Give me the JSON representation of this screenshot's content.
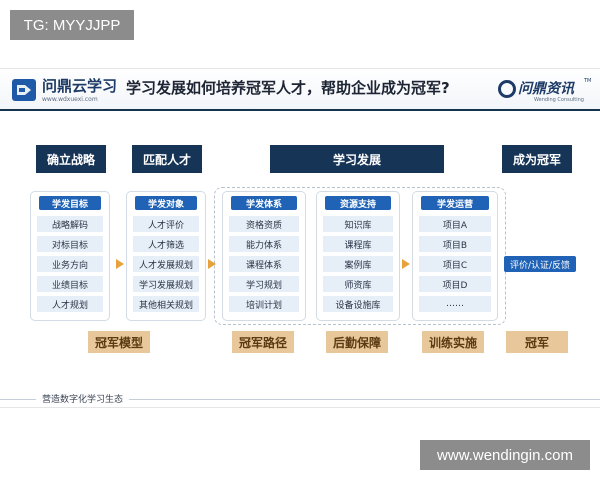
{
  "watermarks": {
    "top": "TG: MYYJJPP",
    "bottom": "www.wendingin.com"
  },
  "header": {
    "logo_text": "问鼎云学习",
    "logo_url": "www.wdxuexi.com",
    "title": "学习发展如何培养冠军人才，帮助企业成为冠军?",
    "brand": "问鼎资讯",
    "brand_tm": "TM",
    "brand_sub": "Wending Consulting"
  },
  "top_bars": {
    "strategy": "确立战略",
    "talent": "匹配人才",
    "development": "学习发展",
    "champion": "成为冠军"
  },
  "columns": [
    {
      "head": "学发目标",
      "items": [
        "战略解码",
        "对标目标",
        "业务方向",
        "业绩目标",
        "人才规划"
      ]
    },
    {
      "head": "学发对象",
      "items": [
        "人才评价",
        "人才筛选",
        "人才发展规划",
        "学习发展规划",
        "其他相关规划"
      ]
    },
    {
      "head": "学发体系",
      "items": [
        "资格资质",
        "能力体系",
        "课程体系",
        "学习规划",
        "培训计划"
      ]
    },
    {
      "head": "资源支持",
      "items": [
        "知识库",
        "课程库",
        "案例库",
        "师资库",
        "设备设施库"
      ]
    },
    {
      "head": "学发运营",
      "items": [
        "项目A",
        "项目B",
        "项目C",
        "项目D",
        "……"
      ]
    }
  ],
  "outcome": "评价/认证/反馈",
  "bottom_labels": {
    "model": "冠军模型",
    "path": "冠军路径",
    "support": "后勤保障",
    "training": "训练实施",
    "champion": "冠军"
  },
  "footer": "营造数字化学习生态",
  "colors": {
    "dark_navy": "#163456",
    "blue": "#1f62b6",
    "light_blue": "#e6eef7",
    "gold": "#e8c79a",
    "arrow": "#e6a23c"
  }
}
